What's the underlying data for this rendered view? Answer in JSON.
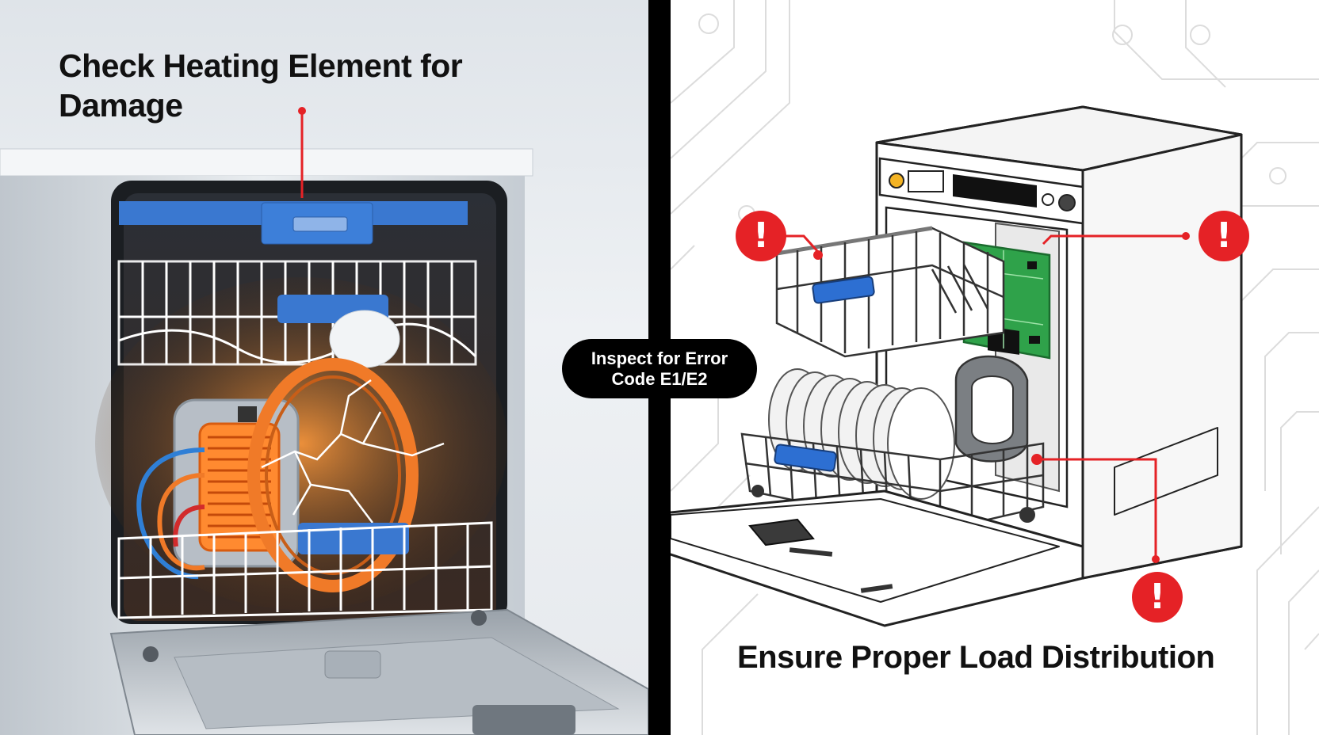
{
  "left_panel": {
    "title": "Check Heating Element for Damage",
    "colors": {
      "background": "#e6e9ed",
      "accent_blue": "#3a78d0",
      "heater_orange": "#f07a28",
      "callout_red": "#e52226"
    }
  },
  "center": {
    "badge_text": "Inspect for Error Code E1/E2"
  },
  "right_panel": {
    "title": "Ensure Proper Load Distribution",
    "alerts": [
      {
        "icon": "exclamation-icon",
        "symbol": "!"
      },
      {
        "icon": "exclamation-icon",
        "symbol": "!"
      },
      {
        "icon": "exclamation-icon",
        "symbol": "!"
      }
    ],
    "colors": {
      "circuit_lines": "#d9d9d9",
      "board_green": "#2fa24a",
      "alert_red": "#e52226"
    }
  }
}
